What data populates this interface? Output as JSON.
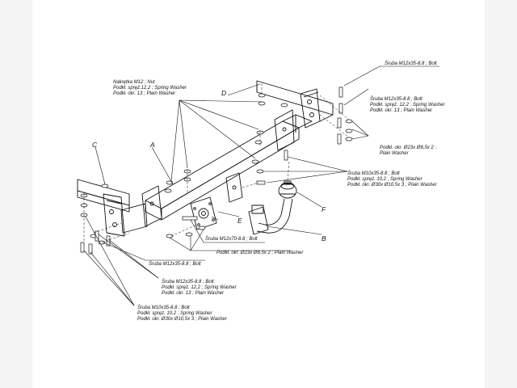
{
  "labels": {
    "c1": [
      "Nakrętka  M12 ; Nut",
      "Podkł. spręż.12,2 ; Spring Washer",
      "Podkł. okr. 13 ; Plain Washer"
    ],
    "c2": [
      "Śruba  M12x35-8.8 ;  Bolt"
    ],
    "c3": [
      "Śruba  M12x35-8.8 ;  Bolt",
      "Podkł. spręż. 12,2 ; Spring Washer",
      "Podkł. okr. 13 ; Plain Washer"
    ],
    "c4": [
      "Podkł. okr.  Ø23x Ø8,5x 2 ;",
      "Plain Washer"
    ],
    "c5": [
      "Śruba  M10x35-8.8 ;  Bolt",
      "Podkł. spręż. 10,2 ; Spring Washer",
      "Podkł. okr.  Ø30x Ø10,5x 3 ; Plain Washer"
    ],
    "c6": [
      "Śruba  M12x70-8.8 ;   Bolt"
    ],
    "c7": [
      "Podkł. okr.   Ø23x Ø8,5x 2 ; Plain Washer"
    ],
    "c8": [
      "Śruba  M12x35-8.8 ;   Bolt"
    ],
    "c9": [
      "Śruba  M12x35-8.8 ;  Bolt",
      "Podkł. spręż. 12,2 ; Spring Washer",
      "Podkł. okr.  13 ; Plain Washer"
    ],
    "c10": [
      "Śruba  M10x35-8.8 ;  Bolt",
      "Podkł. spręż. 10,2 ; Spring Washer",
      "Podkł. okr.  Ø30x Ø10,5x 3 ; Plain Washer"
    ]
  },
  "letters": {
    "A": "A",
    "B": "B",
    "C": "C",
    "D": "D",
    "E": "E",
    "F": "F"
  }
}
